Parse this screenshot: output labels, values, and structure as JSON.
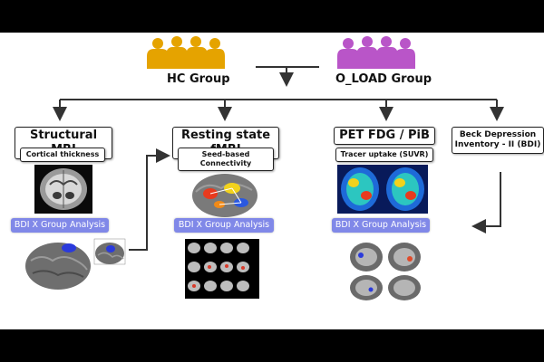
{
  "colors": {
    "hc_group": "#e5a300",
    "oload_group": "#b955c8",
    "analysis_pill": "#8088e8",
    "arrow": "#333333"
  },
  "groups": {
    "hc": {
      "label": "HC Group"
    },
    "oload": {
      "label": "O_LOAD Group"
    }
  },
  "modalities": {
    "structural": {
      "title": "Structural MRI",
      "subtitle": "Cortical thickness"
    },
    "fmri": {
      "title": "Resting state fMRI",
      "subtitle": "Seed-based Connectivity"
    },
    "pet": {
      "title": "PET FDG / PiB",
      "subtitle": "Tracer uptake (SUVR)"
    },
    "bdi": {
      "title": "Beck Depression Inventory - II (BDI)"
    }
  },
  "analysis": {
    "structural": "BDI X Group Analysis",
    "fmri": "BDI X Group Analysis",
    "pet": "BDI X Group Analysis"
  },
  "icons": {
    "hc": "people-group-icon",
    "oload": "people-group-icon"
  }
}
